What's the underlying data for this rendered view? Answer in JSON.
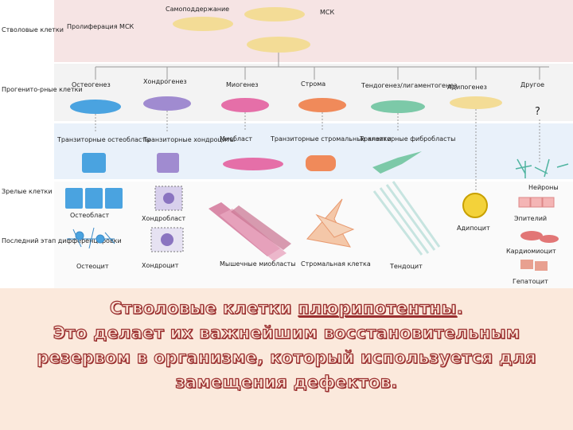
{
  "rows": {
    "stem": "Стволовые клетки",
    "progenitor": "Прогенито-рные клетки",
    "mature": "Зрелые клетки",
    "terminal": "Последний этап дифференцировки"
  },
  "top": {
    "self_renewal": "Самоподдержание",
    "msc": "МСК",
    "proliferation": "Пролиферация МСК"
  },
  "lineages": [
    "Остеогенез",
    "Хондрогенез",
    "Миогенез",
    "Строма",
    "Тендогенез/лигаментогенез",
    "Адипогенез",
    "Другое"
  ],
  "question_mark": "?",
  "transitory": {
    "osteo": "Транзиторные остеобласты",
    "chondro": "Транзиторные хондроциты",
    "myoblast": "Миобласт",
    "stromal": "Транзиторные стромальные клетки",
    "fibro": "Транзиторные фибробласты"
  },
  "mature": {
    "osteoblast": "Остеобласт",
    "chondroblast": "Хондробласт",
    "adipocyte": "Адипоцит"
  },
  "terminal": {
    "osteocyte": "Остеоцит",
    "chondrocyte": "Хондроцит",
    "myofibers": "Мышечные миобласты",
    "stromal_cell": "Стромальная клетка",
    "tendocyte": "Тендоцит"
  },
  "other_cells": [
    "Нейроны",
    "Эпителий",
    "Кардиомиоцит",
    "Гепатоцит"
  ],
  "caption": {
    "l1_a": "Стволовые клетки ",
    "l1_u": "плюрипотентны",
    "l1_b": ".",
    "l2": "Это делает их важнейшим восстановительным",
    "l3": "резервом в организме, который используется для",
    "l4": "замещения дефектов."
  },
  "colors": {
    "msc_cell": "#f3dc96",
    "osteo": "#4aa3e0",
    "chondro": "#a08bd0",
    "myo": "#e56fa8",
    "stroma": "#f08a5a",
    "tendo": "#7cc9a8",
    "adipo": "#f3d23a",
    "caption_text": "#9a2f2f",
    "caption_bg": "#fbe9dc"
  }
}
